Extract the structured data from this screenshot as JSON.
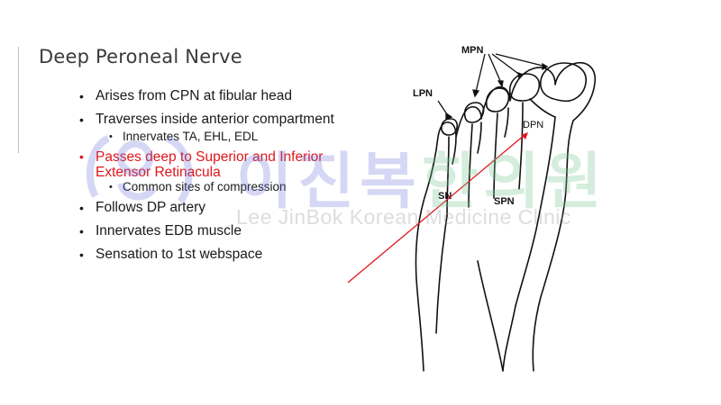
{
  "slide": {
    "title": "Deep Peroneal Nerve",
    "bullets": [
      {
        "text": "Arises from CPN at fibular head"
      },
      {
        "text": "Traverses inside anterior compartment"
      },
      {
        "text": "Innervates TA, EHL, EDL",
        "sub": true
      },
      {
        "text": "Passes deep to Superior and Inferior Extensor Retinacula",
        "highlight": true
      },
      {
        "text": "Common sites of compression",
        "sub": true
      },
      {
        "text": "Follows DP artery"
      },
      {
        "text": "Innervates EDB muscle"
      },
      {
        "text": "Sensation to 1st webspace"
      }
    ],
    "highlight_color": "#e0161b"
  },
  "watermark": {
    "korean_part1": "이진복",
    "korean_part2": "한의원",
    "english": "Lee JinBok Korean Medicine Clinic"
  },
  "figure": {
    "labels": {
      "mpn": "MPN",
      "lpn": "LPN",
      "dpn": "DPN",
      "sn": "SN",
      "spn": "SPN"
    },
    "arrow_color": "#e0161b"
  }
}
